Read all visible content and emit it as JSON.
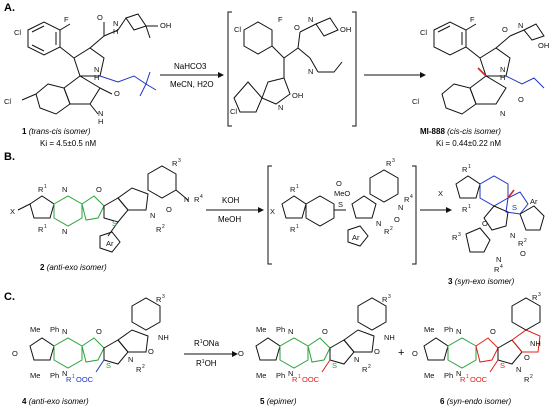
{
  "panels": [
    {
      "label": "A.",
      "compound1": {
        "num": "1",
        "iso": "trans-cis isomer",
        "ki": "Ki = 4.5±0.5 nM"
      },
      "reagents_top": "NaHCO3",
      "reagents_bottom": "MeCN, H2O",
      "product": {
        "name": "MI-888",
        "iso": "cis-cis isomer",
        "ki": "Ki = 0.44±0.22 nM"
      }
    },
    {
      "label": "B.",
      "compound1": {
        "num": "2",
        "iso": "anti-exo isomer"
      },
      "reagents_top": "KOH",
      "reagents_bottom": "MeOH",
      "product": {
        "num": "3",
        "iso": "syn-exo isomer"
      }
    },
    {
      "label": "C.",
      "compound1": {
        "num": "4",
        "iso": "anti-exo isomer"
      },
      "reagents_top": "R1ONa",
      "reagents_bottom": "R1OH",
      "product5": {
        "num": "5",
        "iso": "epimer"
      },
      "plus": "+",
      "product6": {
        "num": "6",
        "iso": "syn-endo isomer"
      }
    }
  ],
  "colors": {
    "red": "#e0201b",
    "blue": "#1d33c9",
    "green": "#2aa23a",
    "black": "#111111"
  }
}
